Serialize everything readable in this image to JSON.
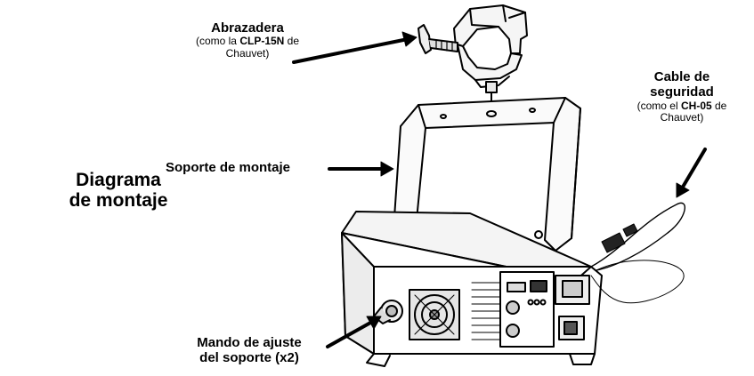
{
  "title": {
    "line1": "Diagrama",
    "line2": "de montaje"
  },
  "callouts": {
    "clamp": {
      "label": "Abrazadera",
      "note_prefix": "(como la ",
      "note_model": "CLP-15N",
      "note_suffix": " de",
      "note_line2": "Chauvet)"
    },
    "bracket": {
      "label": "Soporte de montaje"
    },
    "safety_cable": {
      "label_line1": "Cable de",
      "label_line2": "seguridad",
      "note_prefix": "(como el ",
      "note_model": "CH-05",
      "note_suffix": " de",
      "note_line2": "Chauvet)"
    },
    "knob": {
      "label_line1": "Mando de ajuste",
      "label_line2": "del soporte (x2)"
    }
  }
}
